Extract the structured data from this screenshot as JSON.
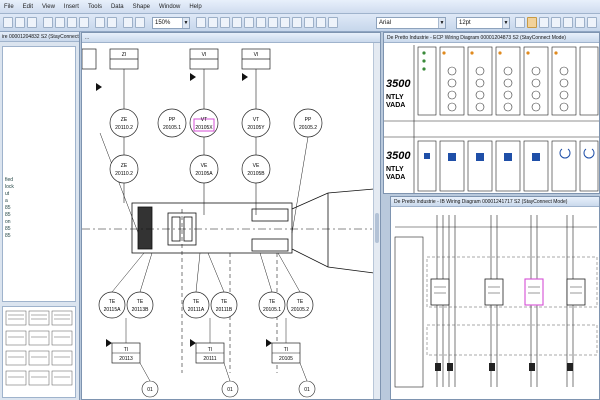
{
  "menu": {
    "items": [
      "File",
      "Edit",
      "View",
      "Insert",
      "Tools",
      "Data",
      "Shape",
      "Window",
      "Help"
    ]
  },
  "toolbar": {
    "zoom": "150%",
    "font": "Arial",
    "font_size": "12pt"
  },
  "left_panel": {
    "title": "ire 00001204832 S2 (StayConnect Mode)",
    "tree_items": [
      "fied",
      "lock",
      "ut",
      "a",
      "85",
      "85",
      "on",
      "85",
      "85"
    ]
  },
  "main_window": {
    "title": "...",
    "instruments_top": [
      "ZI",
      "VI",
      "VI"
    ],
    "row1": [
      {
        "tag": "ZE",
        "num": "20110.2"
      },
      {
        "tag": "VT",
        "num": "20105X"
      },
      {
        "tag": "VT",
        "num": "20105Y"
      },
      {
        "tag": "PP",
        "num": "20105.2"
      }
    ],
    "pp_left": {
      "tag": "PP",
      "num": "20105.1"
    },
    "row2": [
      {
        "tag": "ZE",
        "num": "20110.2"
      },
      {
        "tag": "VE",
        "num": "20105A"
      },
      {
        "tag": "VE",
        "num": "20105B"
      }
    ],
    "te_row": [
      {
        "tag": "TE",
        "num": "20115A"
      },
      {
        "tag": "TE",
        "num": "20113B"
      },
      {
        "tag": "TE",
        "num": "20111A"
      },
      {
        "tag": "TE",
        "num": "20111B"
      },
      {
        "tag": "TE",
        "num": "20105.1"
      },
      {
        "tag": "TE",
        "num": "20105.2"
      }
    ],
    "ti_row": [
      {
        "tag": "TI",
        "num": "20113"
      },
      {
        "tag": "TI",
        "num": "20111"
      },
      {
        "tag": "TI",
        "num": "20105"
      }
    ],
    "bottom_circles": [
      "01",
      "01",
      "01"
    ]
  },
  "right_top": {
    "title": "De Pretto Industrie - ECP Wiring Diagram 00001204873 S2 (StayConnect Mode)",
    "labels": [
      "3500",
      "NTLY",
      "VADA",
      "3500",
      "NTLY",
      "VADA"
    ]
  },
  "right_bottom": {
    "title": "De Pretto Industrie - IB Wiring Diagram 00001241717 S2 (StayConnect Mode)"
  },
  "colors": {
    "highlight": "#d64fd6",
    "accent_orange": "#e08a1e",
    "title_bar": "#cad9ec"
  }
}
